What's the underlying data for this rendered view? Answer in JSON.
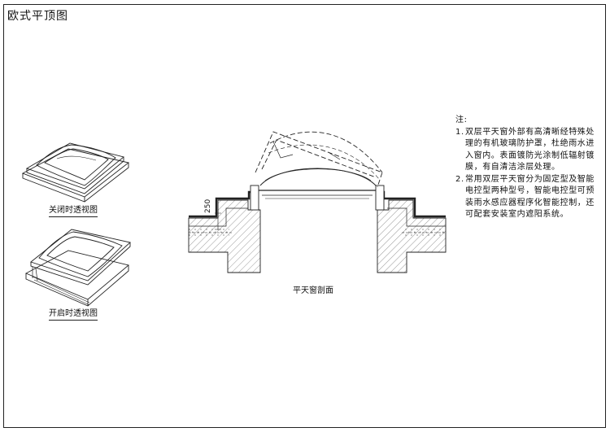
{
  "title": "欧式平顶图",
  "captions": {
    "closed_view": "关闭时透视图",
    "open_view": "开启时透视图",
    "section": "平天窗剖面"
  },
  "dimension_label": "250",
  "notes": {
    "heading": "注:",
    "items": [
      {
        "num": "1.",
        "text": "双层平天窗外部有高清晰经特殊处理的有机玻璃防护罩，杜绝雨水进入窗内。表面镀防光涂制低辐射镀膜，有自清洁涂层处理。"
      },
      {
        "num": "2.",
        "text": "常用双层平天窗分为固定型及智能电控型两种型号，智能电控型可预装雨水感应器程序化智能控制，还可配套安装室内遮阳系统。"
      }
    ]
  }
}
